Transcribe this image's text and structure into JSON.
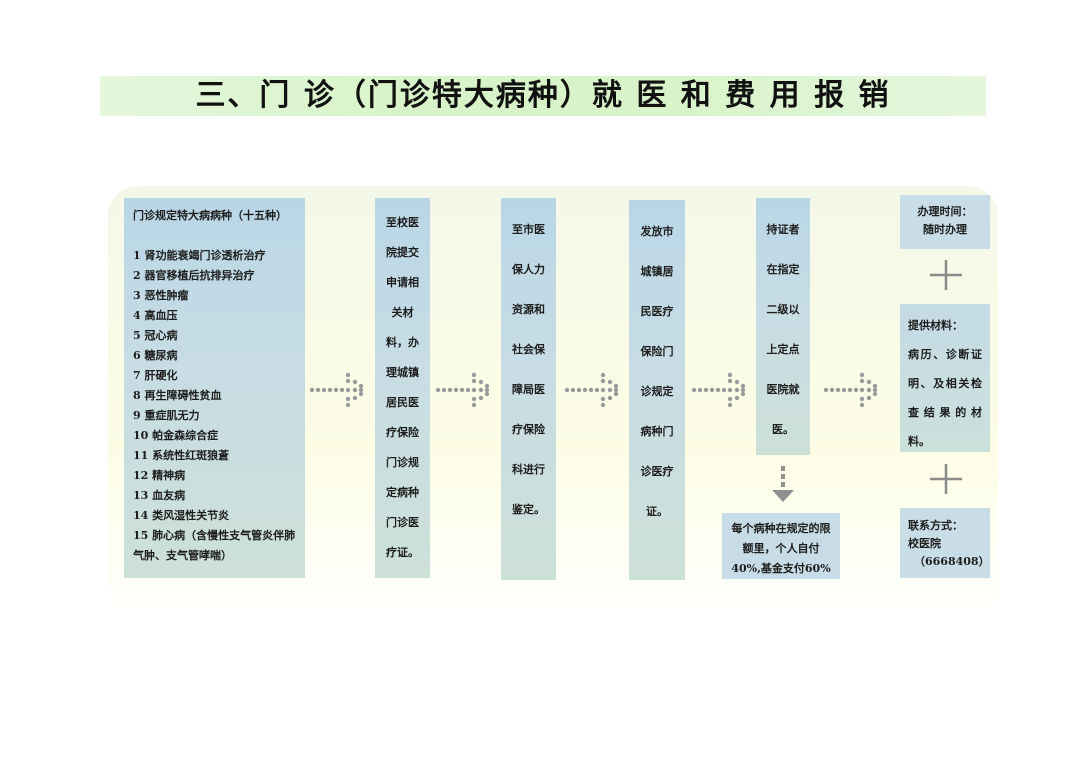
{
  "title": "三、门 诊（门诊特大病种）就 医 和 费 用 报 销",
  "diseases": {
    "header": "门诊规定特大病病种（十五种）",
    "items": [
      "1 肾功能衰竭门诊透析治疗",
      "2 器官移植后抗排异治疗",
      "3 恶性肿瘤",
      "4 高血压",
      "5 冠心病",
      "6 糖尿病",
      "7 肝硬化",
      "8 再生障碍性贫血",
      "9 重症肌无力",
      "10 帕金森综合症",
      "11 系统性红斑狼蒼",
      "12 精神病",
      "13 血友病",
      "14 类风湿性关节炎",
      "15 肺心病（含慢性支气管炎伴肺气肿、支气管哮喘）"
    ]
  },
  "steps": [
    "至校医\n院提交\n申请相\n关材\n料，办\n理城镇\n居民医\n疗保险\n门诊规\n定病种\n门诊医\n疗证。",
    "至市医\n保人力\n资源和\n社会保\n障局医\n疗保险\n科进行\n鉴定。",
    "发放市\n城镇居\n民医疗\n保险门\n诊规定\n病种门\n诊医疗\n证。",
    "持证者\n在指定\n二级以\n上定点\n医院就\n医。"
  ],
  "reimbursement": "每个病种在规定的限额里，个人自付40%,基金支付60%",
  "office_hours": {
    "label": "办理时间：",
    "value": "随时办理"
  },
  "materials": {
    "label": "提供材料：",
    "value": "病历、诊断证明、及相关检查 结 果 的 材料。"
  },
  "contact": {
    "label": "联系方式：",
    "name": "校医院",
    "phone": "（6668408）"
  }
}
